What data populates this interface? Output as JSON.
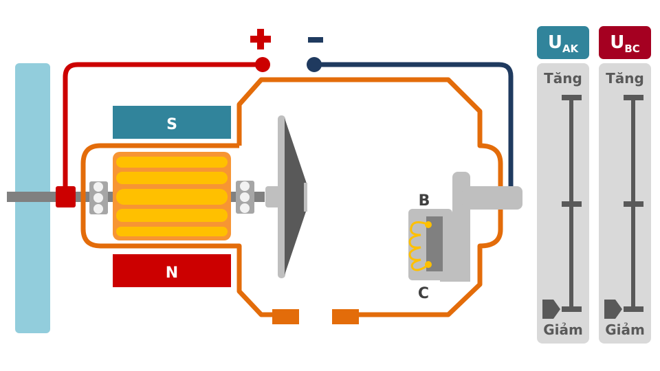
{
  "diagram": {
    "title": "DC motor with variable voltage controls",
    "terminals": {
      "positive_symbol": "+",
      "negative_symbol": "−"
    },
    "magnets": {
      "top_label": "S",
      "bottom_label": "N"
    },
    "contacts": {
      "b_label": "B",
      "c_label": "C"
    },
    "colors": {
      "positive_wire": "#cc0000",
      "negative_wire": "#1f3a5f",
      "housing": "#e36c0a",
      "coil_outer": "#f79533",
      "coil_inner": "#ffc000",
      "magnet_s": "#31849b",
      "magnet_n": "#c00000",
      "shaft": "#808080",
      "pole": "#92cddc"
    }
  },
  "controls": [
    {
      "id": "uak",
      "label_main": "U",
      "label_sub": "AK",
      "header_color": "#31849b",
      "top_label": "Tăng",
      "bottom_label": "Giảm",
      "level_fraction": 0.0
    },
    {
      "id": "ubc",
      "label_main": "U",
      "label_sub": "BC",
      "header_color": "#a50021",
      "top_label": "Tăng",
      "bottom_label": "Giảm",
      "level_fraction": 0.0
    }
  ]
}
